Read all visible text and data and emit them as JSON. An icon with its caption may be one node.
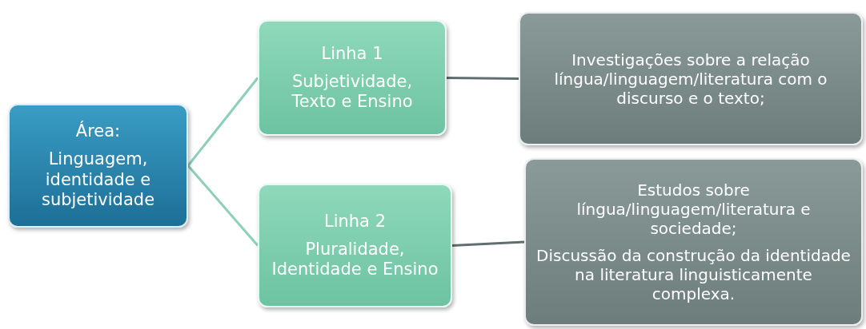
{
  "diagram": {
    "nodes": [
      {
        "text": [
          "Área:",
          "Linguagem, identidade e subjetividade"
        ]
      },
      {
        "text": [
          "Linha 1",
          "Subjetividade, Texto e Ensino"
        ]
      },
      {
        "text": [
          "Investigações sobre a relação língua/linguagem/literatura com o discurso e o texto;"
        ]
      },
      {
        "text": [
          "Linha 2",
          "Pluralidade, Identidade e Ensino"
        ]
      },
      {
        "text": [
          "Estudos sobre língua/linguagem/literatura e sociedade;",
          "Discussão da construção da identidade na literatura linguisticamente complexa."
        ]
      }
    ],
    "edges": [
      {
        "from": 0,
        "to": 1,
        "arrow": "none"
      },
      {
        "from": 0,
        "to": 3,
        "arrow": "none"
      },
      {
        "from": 1,
        "to": 2,
        "arrow": "none",
        "color": "#5f6f6e"
      },
      {
        "from": 3,
        "to": 4,
        "arrow": "none",
        "color": "#5f6f6e"
      }
    ]
  }
}
